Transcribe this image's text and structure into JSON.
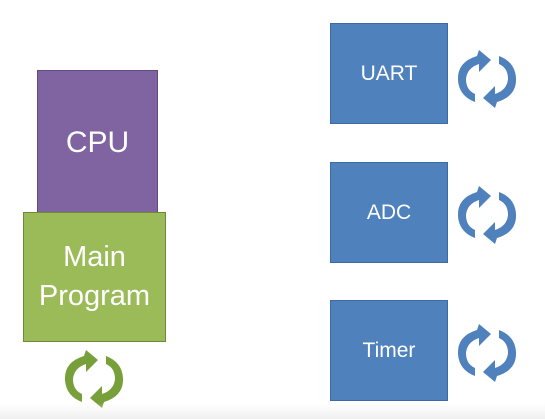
{
  "diagram": {
    "cpu_label": "CPU",
    "main_label_line1": "Main",
    "main_label_line2": "Program",
    "peripherals": {
      "uart_label": "UART",
      "adc_label": "ADC",
      "timer_label": "Timer"
    }
  },
  "colors": {
    "cpu_fill": "#8064a2",
    "main_fill": "#9bbb59",
    "peripheral_fill": "#4f81bd",
    "blue_arrow": "#4f81bd",
    "green_arrow": "#77a03a"
  },
  "icons": {
    "cycle": "refresh-cycle-arrows"
  }
}
